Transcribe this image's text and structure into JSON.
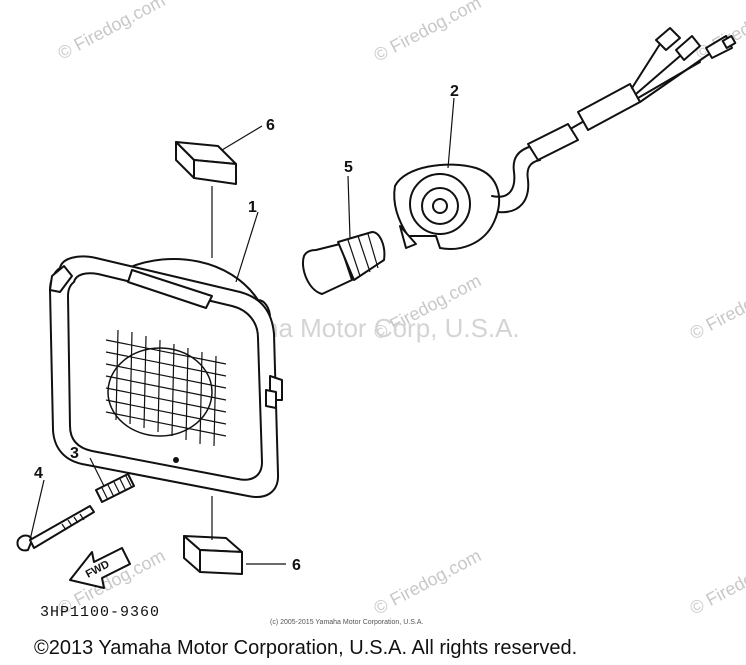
{
  "watermarks": {
    "firedog": "© Firedog.com",
    "company": "Yamaha Motor Corp, U.S.A."
  },
  "callouts": {
    "c1": "1",
    "c2": "2",
    "c3": "3",
    "c4": "4",
    "c5": "5",
    "c6_top": "6",
    "c6_bottom": "6"
  },
  "fwd_label": "FWD",
  "part_code": "3HP1100-9360",
  "small_copyright": "(c) 2005-2015 Yamaha Motor Corporation, U.S.A.",
  "copyright": "©2013 Yamaha Motor Corporation, U.S.A. All rights reserved."
}
